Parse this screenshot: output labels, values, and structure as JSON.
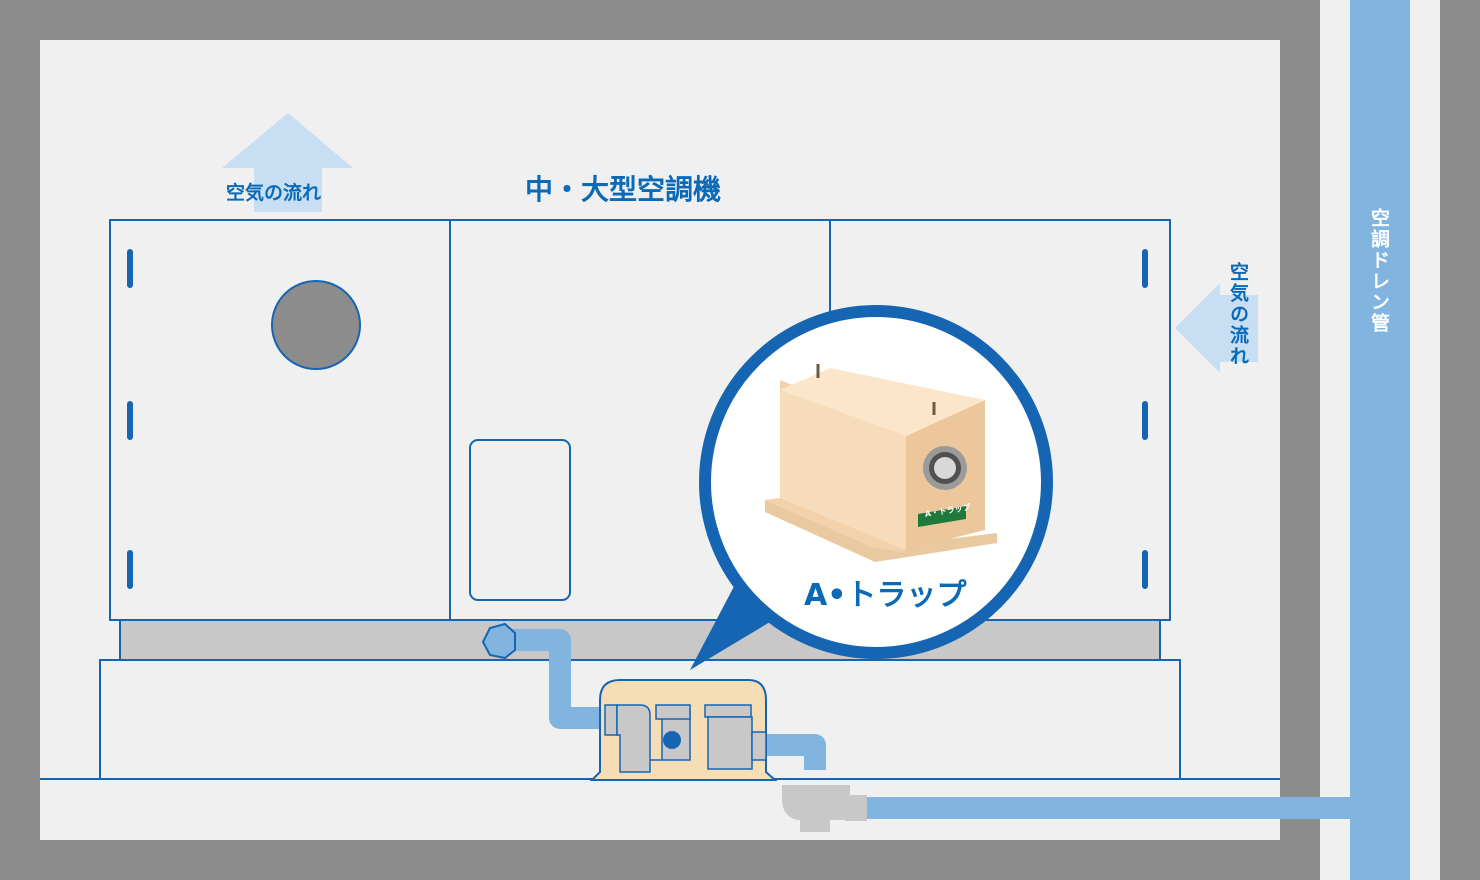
{
  "title": "中・大型空調機",
  "air_flow_top": "空気の流れ",
  "air_flow_right": "空気の流れ",
  "drain_pipe": "空調ドレン管",
  "product_name": "A•トラップ",
  "product_plate": "A・トラップ",
  "colors": {
    "wall": "#8c8c8c",
    "room": "#f0f0f0",
    "outline": "#1565b3",
    "pipe": "#82b4e0",
    "trap": "#f5ddb5",
    "base": "#c8c8c8"
  }
}
